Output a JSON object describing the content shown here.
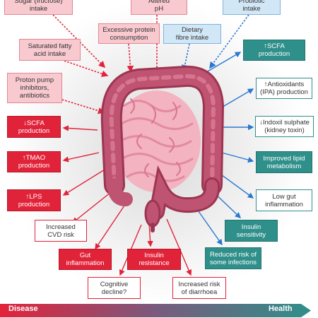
{
  "top_factors": [
    {
      "id": "sugar",
      "text": "Sugar (fructose)\nintake",
      "style": "pink",
      "direction": "negative"
    },
    {
      "id": "ph",
      "text": "Altered\npH",
      "style": "pink",
      "direction": "negative"
    },
    {
      "id": "probiotic",
      "text": "Probiotic\nintake",
      "style": "blue",
      "direction": "positive"
    },
    {
      "id": "protein",
      "text": "Excessive protein\nconsumption",
      "style": "pink",
      "direction": "negative"
    },
    {
      "id": "fibre",
      "text": "Dietary\nfibre intake",
      "style": "blue",
      "direction": "positive"
    },
    {
      "id": "satfat",
      "text": "Saturated fatty\nacid intake",
      "style": "pink",
      "direction": "negative"
    },
    {
      "id": "ppi",
      "text": "Proton pump\ninhibitors,\nantibiotics",
      "style": "pink",
      "direction": "negative"
    }
  ],
  "disease_outcomes": [
    {
      "id": "scfa_down",
      "text": "↓SCFA\nproduction",
      "style": "red"
    },
    {
      "id": "tmao",
      "text": "↑TMAO\nproduction",
      "style": "red"
    },
    {
      "id": "lps",
      "text": "↑LPS\nproduction",
      "style": "red"
    },
    {
      "id": "cvd",
      "text": "Increased\nCVD risk",
      "style": "white"
    },
    {
      "id": "gutinf",
      "text": "Gut\ninflammation",
      "style": "red"
    },
    {
      "id": "insres",
      "text": "Insulin\nresistance",
      "style": "red"
    },
    {
      "id": "cognitive",
      "text": "Cognitive\ndecline?",
      "style": "white"
    },
    {
      "id": "diarrhoea",
      "text": "Increased risk\nof diarrhoea",
      "style": "white"
    }
  ],
  "health_outcomes": [
    {
      "id": "scfa_up",
      "text": "↑SCFA\nproduction",
      "style": "teal"
    },
    {
      "id": "antiox",
      "text": "↑Antioxidants\n(IPA) production",
      "style": "teal-white"
    },
    {
      "id": "indoxyl",
      "text": "↓Indoxil sulphate\n(kidney toxin)",
      "style": "teal-white"
    },
    {
      "id": "lipid",
      "text": "Improved lipid\nmetabolism",
      "style": "teal"
    },
    {
      "id": "lowgut",
      "text": "Low gut\ninflammation",
      "style": "teal-white"
    },
    {
      "id": "inssens",
      "text": "Insulin\nsensitivity",
      "style": "teal"
    },
    {
      "id": "infection",
      "text": "Reduced risk of\nsome infections",
      "style": "teal"
    }
  ],
  "bottom_bar": {
    "left": "Disease",
    "right": "Health"
  },
  "colors": {
    "negative": "#e3223a",
    "positive": "#2f8f8a",
    "blue_arrow": "#2a77d0",
    "pink_box": "#f8c9cf",
    "red_box": "#e1233a",
    "teal_box": "#2f8f8a",
    "blue_box": "#d2e7f6",
    "colon": "#b54a66",
    "small_intestine": "#f0a9b8"
  }
}
